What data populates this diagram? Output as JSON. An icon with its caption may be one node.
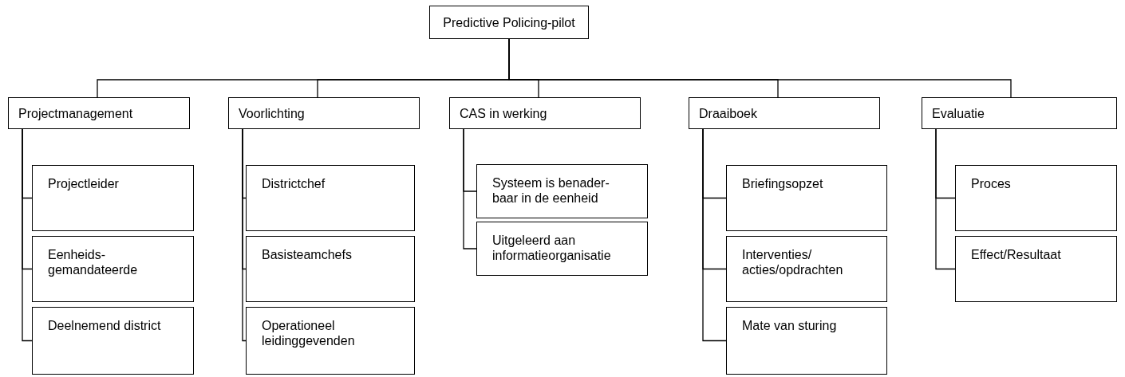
{
  "diagram": {
    "nodes": [
      {
        "text": [
          "Predictive Policing-pilot"
        ]
      },
      {
        "text": [
          "Projectmanagement"
        ]
      },
      {
        "text": [
          "Projectleider"
        ]
      },
      {
        "text": [
          "Eenheids- gemandateerde"
        ]
      },
      {
        "text": [
          "Deelnemend district"
        ]
      },
      {
        "text": [
          "Voorlichting"
        ]
      },
      {
        "text": [
          "Districtchef"
        ]
      },
      {
        "text": [
          "Basisteamchefs"
        ]
      },
      {
        "text": [
          "Operationeel leidinggevenden"
        ]
      },
      {
        "text": [
          "CAS in werking"
        ]
      },
      {
        "text": [
          "Systeem is benader- baar in de eenheid"
        ]
      },
      {
        "text": [
          "Uitgeleerd aan informatieorganisatie"
        ]
      },
      {
        "text": [
          "Draaiboek"
        ]
      },
      {
        "text": [
          "Briefingsopzet"
        ]
      },
      {
        "text": [
          "Interventies/ acties/opdrachten"
        ]
      },
      {
        "text": [
          "Mate van sturing"
        ]
      },
      {
        "text": [
          "Evaluatie"
        ]
      },
      {
        "text": [
          "Proces"
        ]
      },
      {
        "text": [
          "Effect/Resultaat"
        ]
      }
    ],
    "edges": [
      {
        "from": 0,
        "to": 1,
        "arrow": "none"
      },
      {
        "from": 0,
        "to": 5,
        "arrow": "none"
      },
      {
        "from": 0,
        "to": 9,
        "arrow": "none"
      },
      {
        "from": 0,
        "to": 12,
        "arrow": "none"
      },
      {
        "from": 0,
        "to": 16,
        "arrow": "none"
      },
      {
        "from": 1,
        "to": 2,
        "arrow": "none"
      },
      {
        "from": 1,
        "to": 3,
        "arrow": "none"
      },
      {
        "from": 1,
        "to": 4,
        "arrow": "none"
      },
      {
        "from": 5,
        "to": 6,
        "arrow": "none"
      },
      {
        "from": 5,
        "to": 7,
        "arrow": "none"
      },
      {
        "from": 5,
        "to": 8,
        "arrow": "none"
      },
      {
        "from": 9,
        "to": 10,
        "arrow": "none"
      },
      {
        "from": 9,
        "to": 11,
        "arrow": "none"
      },
      {
        "from": 12,
        "to": 13,
        "arrow": "none"
      },
      {
        "from": 12,
        "to": 14,
        "arrow": "none"
      },
      {
        "from": 12,
        "to": 15,
        "arrow": "none"
      },
      {
        "from": 16,
        "to": 17,
        "arrow": "none"
      },
      {
        "from": 16,
        "to": 18,
        "arrow": "none"
      }
    ]
  }
}
